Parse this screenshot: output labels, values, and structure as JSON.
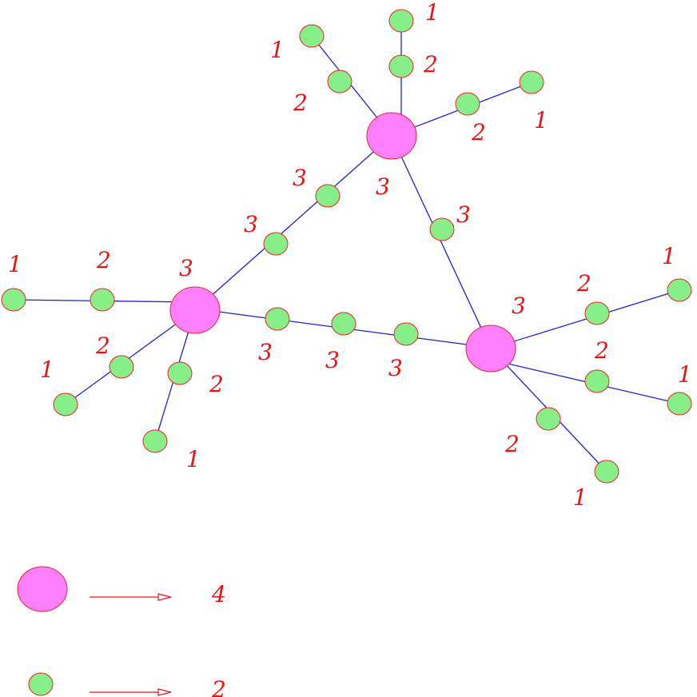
{
  "colors": {
    "hub_fill": "#ff80ff",
    "leaf_fill": "#88ee88",
    "node_stroke": "#ee2222",
    "edge": "#1f1fd0",
    "label": "#ee1111"
  },
  "hubs": [
    {
      "id": "hub-top"
    },
    {
      "id": "hub-left"
    },
    {
      "id": "hub-right"
    }
  ],
  "leaves": [
    {
      "id": "top-1a"
    },
    {
      "id": "top-2a"
    },
    {
      "id": "top-1b"
    },
    {
      "id": "top-2b"
    },
    {
      "id": "top-1c"
    },
    {
      "id": "top-2c"
    },
    {
      "id": "tl-3a"
    },
    {
      "id": "tl-3b"
    },
    {
      "id": "tr-3"
    },
    {
      "id": "left-1a"
    },
    {
      "id": "left-2a"
    },
    {
      "id": "left-2b"
    },
    {
      "id": "left-1b"
    },
    {
      "id": "left-2c"
    },
    {
      "id": "left-1c"
    },
    {
      "id": "lr-3a"
    },
    {
      "id": "lr-3b"
    },
    {
      "id": "lr-3c"
    },
    {
      "id": "right-2a"
    },
    {
      "id": "right-1a"
    },
    {
      "id": "right-2b"
    },
    {
      "id": "right-1b"
    },
    {
      "id": "right-2c"
    },
    {
      "id": "right-1c"
    }
  ],
  "labels": [
    "1",
    "2",
    "1",
    "2",
    "2",
    "1",
    "3",
    "3",
    "3",
    "3",
    "1",
    "2",
    "3",
    "2",
    "1",
    "2",
    "1",
    "3",
    "3",
    "3",
    "3",
    "2",
    "1",
    "2",
    "1",
    "2",
    "1"
  ],
  "legend": [
    {
      "value": "4"
    },
    {
      "value": "2"
    }
  ]
}
